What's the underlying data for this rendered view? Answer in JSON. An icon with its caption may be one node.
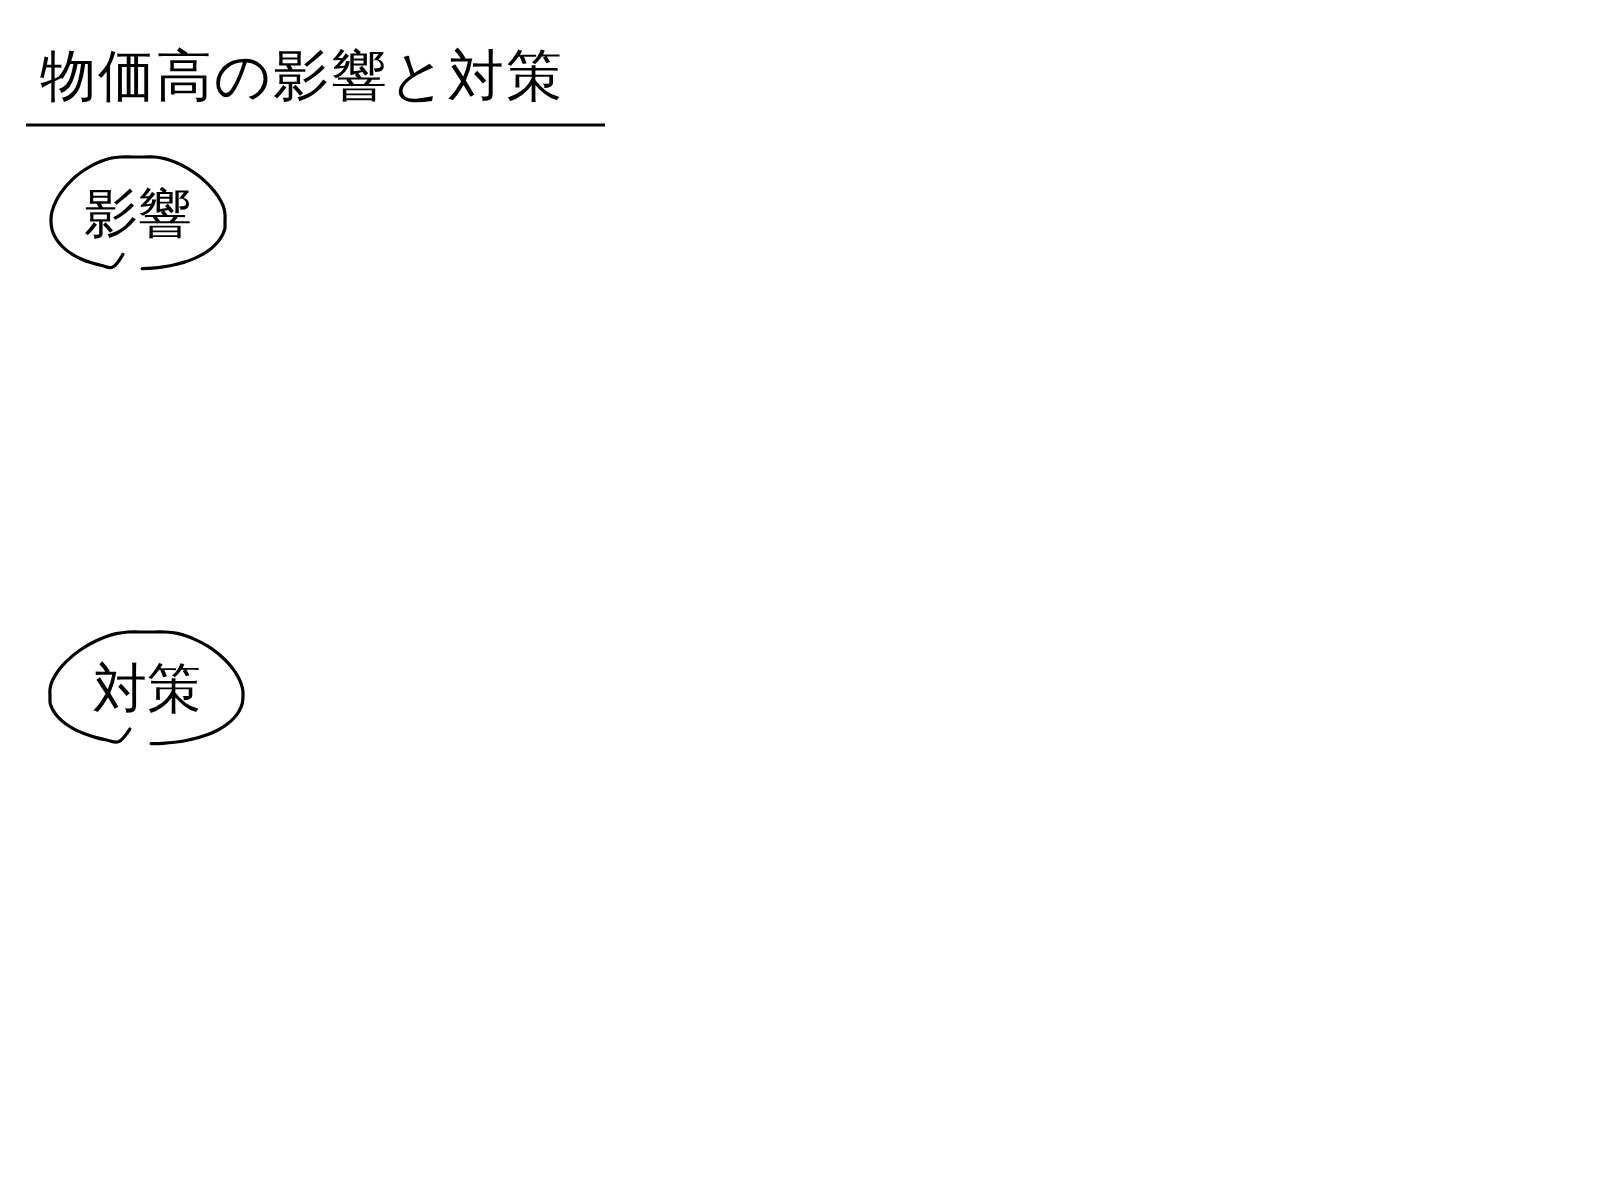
{
  "diagram": {
    "title": "物価高の影響と対策",
    "nodes": [
      {
        "text": [
          "影響"
        ]
      },
      {
        "text": [
          "対策"
        ]
      }
    ]
  }
}
